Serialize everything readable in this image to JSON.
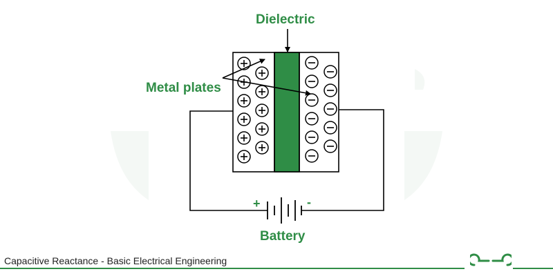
{
  "diagram": {
    "dielectric_label": "Dielectric",
    "metal_plates_label": "Metal plates",
    "battery_label": "Battery",
    "battery_plus": "+",
    "battery_minus": "-",
    "positive_charge_symbol": "+",
    "negative_charge_symbol": "−"
  },
  "footer": {
    "caption": "Capacitive Reactance - Basic Electrical Engineering",
    "logo_icon": "geeksforgeeks-logo-icon"
  },
  "colors": {
    "accent": "#2f8d46",
    "dielectric_fill": "#2f8d46",
    "wire": "#000000",
    "watermark": "#f2f7f3"
  }
}
